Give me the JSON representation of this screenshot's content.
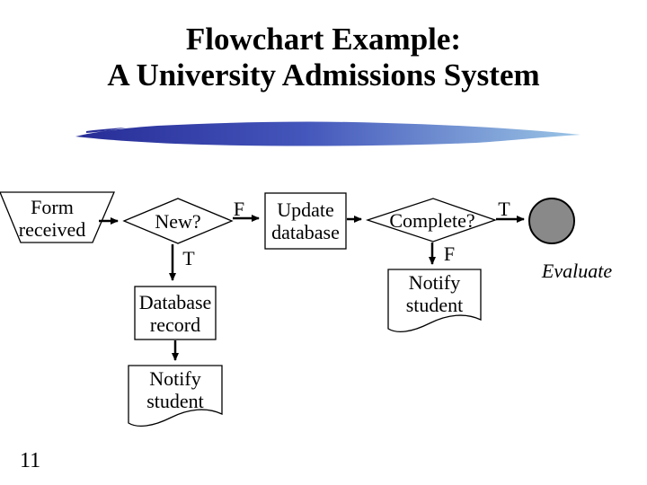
{
  "slide": {
    "title_line1": "Flowchart Example:",
    "title_line2": "A University Admissions System",
    "page_number": "11"
  },
  "flowchart": {
    "nodes": {
      "form_received": "Form received",
      "new_decision": "New?",
      "update_database": "Update database",
      "complete_decision": "Complete?",
      "database_record": "Database record",
      "notify_student_db": "Notify student",
      "notify_student_incomplete": "Notify student",
      "evaluate_caption": "Evaluate"
    },
    "branch_labels": {
      "new_false": "F",
      "new_true": "T",
      "complete_true": "T",
      "complete_false": "F"
    },
    "colors": {
      "terminator_fill": "#898989",
      "shape_stroke": "#000000",
      "swoosh_dark": "#272c96",
      "swoosh_mid": "#4456bb",
      "swoosh_light": "#9cc7e6"
    }
  }
}
